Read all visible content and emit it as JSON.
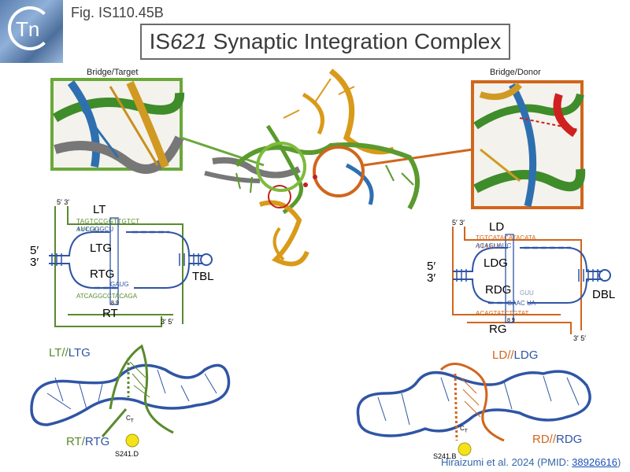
{
  "header": {
    "fig_label": "Fig. IS110.45B",
    "logo_text": "Tn",
    "title_prefix": "IS",
    "title_italic": "621",
    "title_suffix": " Synaptic Integration Complex"
  },
  "insets": {
    "left_label": "Bridge/Target",
    "right_label": "Bridge/Donor"
  },
  "target_diagram": {
    "prime_5": "5′",
    "prime_3": "3′",
    "top_ends": "5′ 3′",
    "bottom_ends": "3′ 5′",
    "LT": "LT",
    "LTG": "LTG",
    "RTG": "RTG",
    "RT": "RT",
    "TBL": "TBL",
    "seq_top": "TAGTCCGGTTGTCT",
    "seq_top_guide": "AUCGGGCU",
    "seq_bottom_guide": "GAUG",
    "seq_bottom": "ATCAGGCCTACAGA",
    "nums": "8 9"
  },
  "donor_diagram": {
    "prime_5": "5′",
    "prime_3": "3′",
    "top_ends": "5′ 3′",
    "bottom_ends": "3′ 5′",
    "LD": "LD",
    "LDG": "LDG",
    "RDG": "RDG",
    "RG": "RG",
    "DBL": "DBL",
    "seq_top": "TGTCATACATACATA",
    "seq_top_guide": "ACAGUAUC",
    "seq_guu": "GUU",
    "seq_bottom_guide": "GAAC UA",
    "seq_bottom": "ACAGTATCTGTAT",
    "nums": "8 9"
  },
  "structure_left": {
    "label_a": "LT",
    "label_b": "LTG",
    "label_c": "RT",
    "label_d": "RTG",
    "sep": "//",
    "site": "S241.D",
    "c_t": "C",
    "c_sub": "T"
  },
  "structure_right": {
    "label_a": "LD",
    "label_b": "LDG",
    "label_c": "RD",
    "label_d": "RDG",
    "sep": "//",
    "site": "S241.B",
    "c_t": "C",
    "c_sub": "T"
  },
  "citation": {
    "text": "Hiraizumi et al. 2024 (PMID: ",
    "pmid": "38926616",
    "close": ")"
  },
  "colors": {
    "green": "#5a8a2e",
    "blue": "#2f55a4",
    "orange": "#d0661c",
    "gold": "#d99a1a",
    "red": "#d02020"
  }
}
